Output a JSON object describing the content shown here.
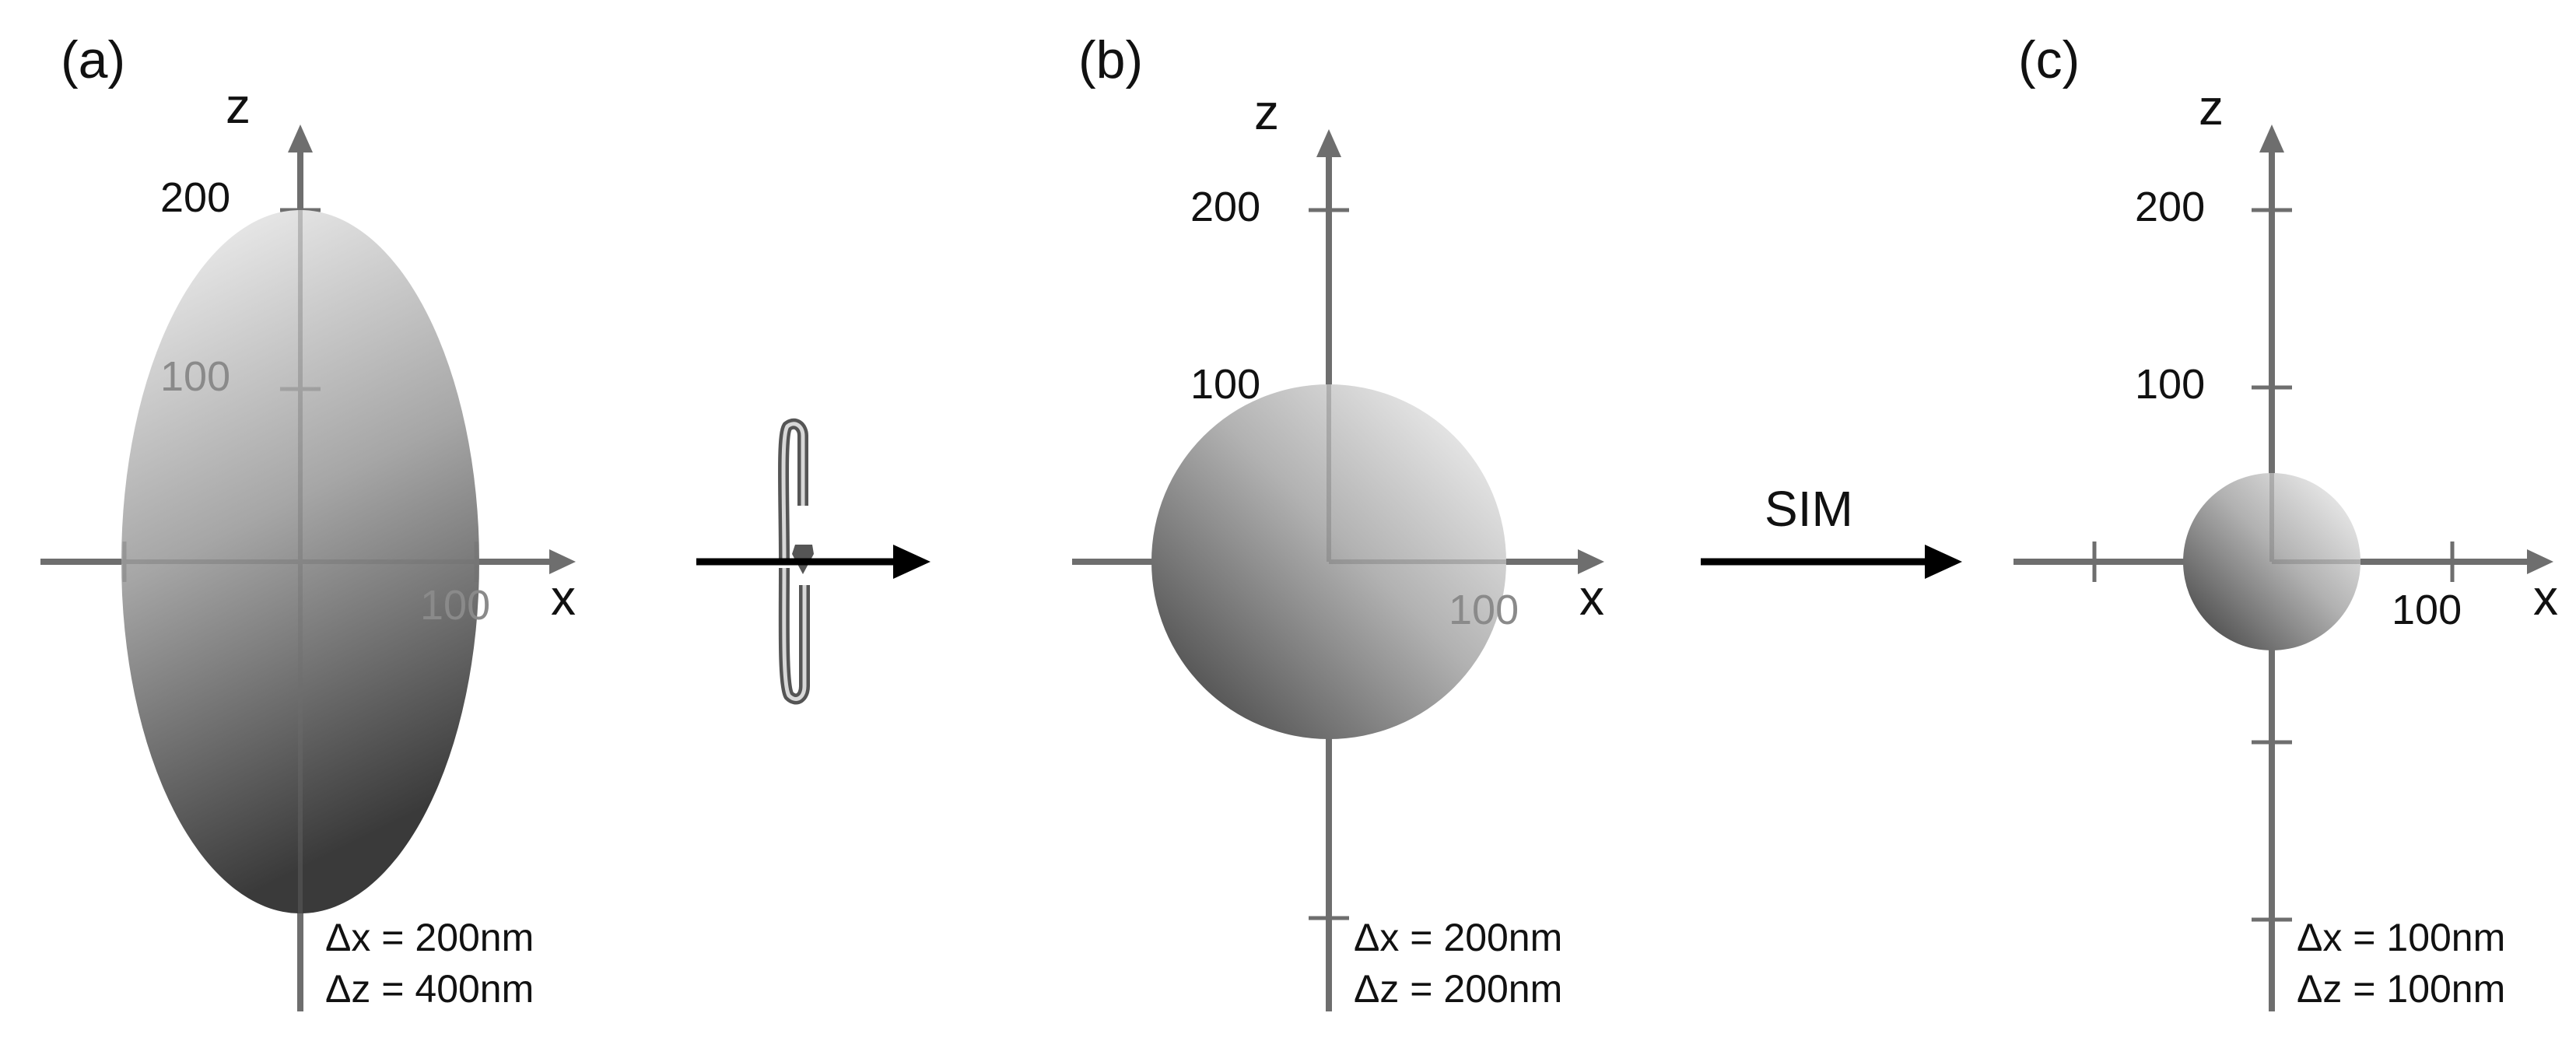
{
  "panels": [
    {
      "letter": "(a)",
      "x_axis": "x",
      "z_axis": "z",
      "z_ticks": [
        "200",
        "100"
      ],
      "x_tick": "100",
      "delta_x": "Δx = 200nm",
      "delta_z": "Δz = 400nm"
    },
    {
      "letter": "(b)",
      "x_axis": "x",
      "z_axis": "z",
      "z_ticks": [
        "200",
        "100"
      ],
      "x_tick": "100",
      "delta_x": "Δx = 200nm",
      "delta_z": "Δz = 200nm"
    },
    {
      "letter": "(c)",
      "x_axis": "x",
      "z_axis": "z",
      "z_ticks": [
        "200",
        "100"
      ],
      "x_tick": "100",
      "delta_x": "Δx = 100nm",
      "delta_z": "Δz = 100nm"
    }
  ],
  "transition_2_label": "SIM",
  "colors": {
    "axis": "#6e6e6e",
    "arrow": "#000000",
    "shape_light": "#f4f4f4",
    "shape_dark": "#3c3c3c"
  }
}
